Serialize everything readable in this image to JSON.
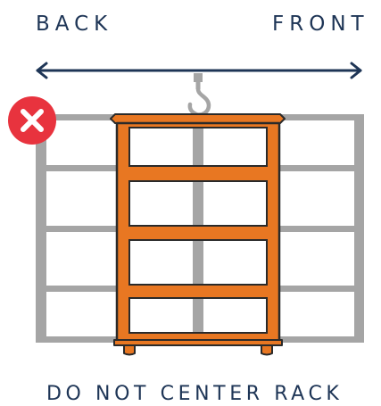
{
  "labels": {
    "back": "BACK",
    "front": "FRONT",
    "caption": "DO NOT CENTER RACK"
  },
  "colors": {
    "text": "#1e3556",
    "arrow": "#1e3556",
    "grid": "#a5a5a5",
    "rack_fill": "#e87722",
    "rack_outline": "#2a2a2a",
    "shelf_gap": "#ffffff",
    "hook": "#a5a5a5",
    "error_badge": "#e8333e",
    "error_mark": "#ffffff"
  },
  "icons": {
    "error": "x-circle-icon",
    "hook": "hook-icon"
  }
}
